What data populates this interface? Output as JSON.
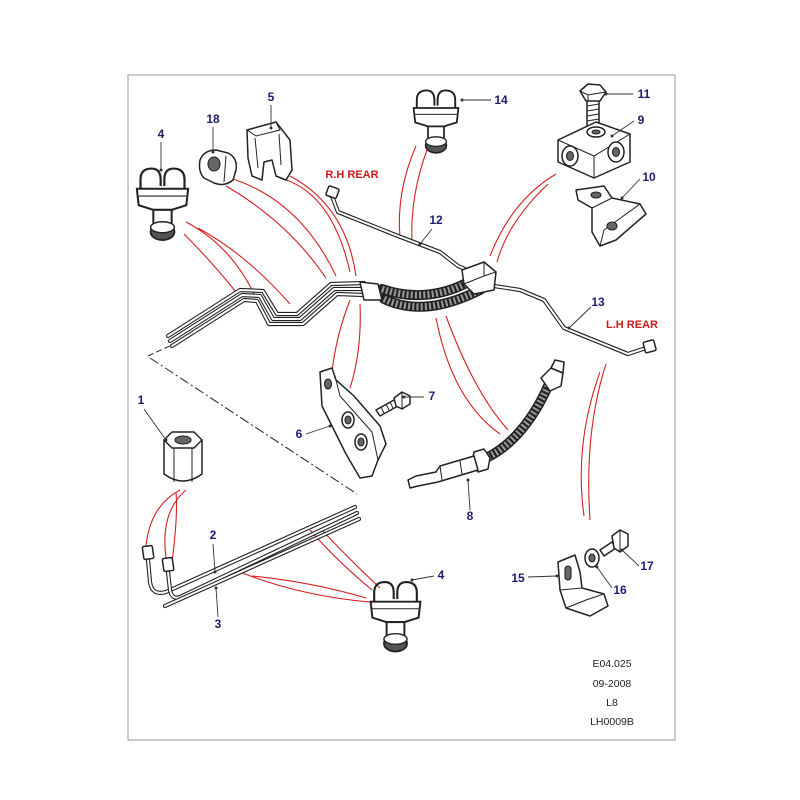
{
  "callouts": [
    "4",
    "18",
    "5",
    "14",
    "11",
    "9",
    "10",
    "12",
    "13",
    "7",
    "6",
    "1",
    "2",
    "8",
    "4",
    "3",
    "15",
    "16",
    "17"
  ],
  "pipe_labels": {
    "rh_rear": "R.H REAR",
    "lh_rear": "L.H REAR"
  },
  "footer": {
    "illustration_ref": "E04.025",
    "date": "09-2008",
    "model": "L8",
    "drawing_code": "LH0009B"
  },
  "colors": {
    "callout_text": "#1c1c6e",
    "rear_labels": "#cc1a1a",
    "relation_curves": "#d42020",
    "linework": "#222222",
    "frame": "#9a9a9a"
  }
}
